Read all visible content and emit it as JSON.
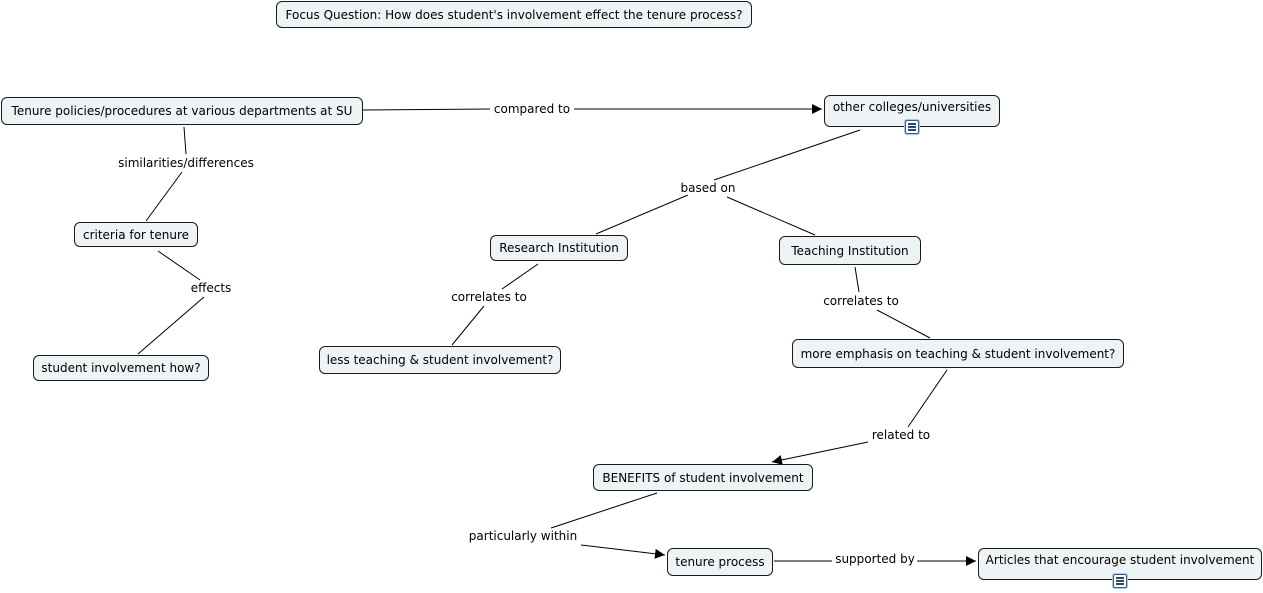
{
  "focus_question": "Focus Question: How does student's involvement effect the tenure process?",
  "nodes": {
    "tenure_policies": "Tenure policies/procedures at various departments at SU",
    "other_colleges": "other colleges/universities",
    "criteria": "criteria for tenure",
    "student_involvement_how": "student involvement how?",
    "research_institution": "Research Institution",
    "teaching_institution": "Teaching Institution",
    "less_teaching": "less teaching & student involvement?",
    "more_emphasis": "more emphasis on teaching & student involvement?",
    "benefits": "BENEFITS of student involvement",
    "tenure_process": "tenure process",
    "articles": "Articles that encourage student involvement"
  },
  "links": {
    "compared_to": "compared to",
    "similarities": "similarities/differences",
    "effects": "effects",
    "based_on": "based on",
    "correlates_research": "correlates to",
    "correlates_teaching": "correlates to",
    "related_to": "related to",
    "particularly_within": "particularly within",
    "supported_by": "supported by"
  },
  "icons": {
    "resource": "document-icon"
  },
  "colors": {
    "node_fill": "#eef3f6",
    "node_border": "#1a1a1a",
    "line": "#000000",
    "icon_border": "#3a5d80"
  }
}
